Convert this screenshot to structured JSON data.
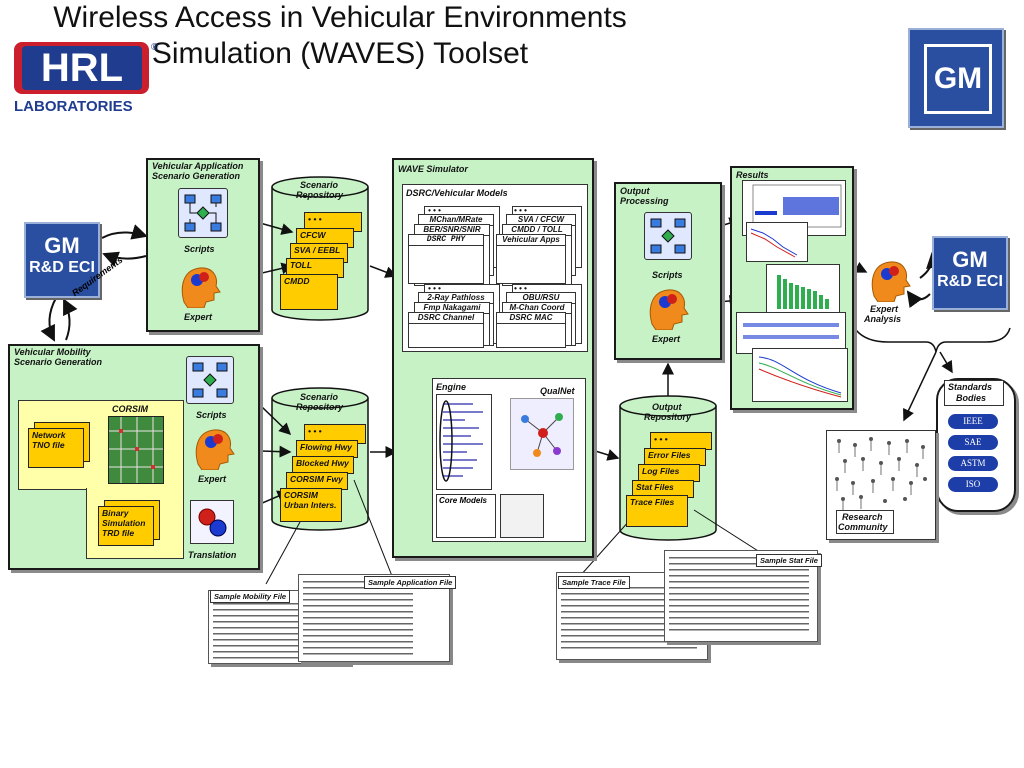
{
  "title_line1": "Wireless Access in Vehicular Environments",
  "title_line2": "Simulation (WAVES) Toolset",
  "logo_hrl": {
    "name": "HRL",
    "reg": "®",
    "sub": "LABORATORIES"
  },
  "logo_gm": "GM",
  "gm_rd": {
    "line1": "GM",
    "line2": "R&D ECI"
  },
  "gm_rd_right": {
    "line1": "GM",
    "line2": "R&D ECI"
  },
  "requirements_label": "Requirements",
  "vas": {
    "title_l1": "Vehicular Application",
    "title_l2": "Scenario Generation",
    "scripts": "Scripts",
    "expert": "Expert"
  },
  "vms": {
    "title_l1": "Vehicular Mobility",
    "title_l2": "Scenario Generation",
    "scripts": "Scripts",
    "expert": "Expert",
    "corsim": "CORSIM",
    "network": "Network TNO file",
    "binary": "Binary Simulation TRD file",
    "translation": "Translation"
  },
  "repo1": {
    "title_l1": "Scenario",
    "title_l2": "Repository",
    "items": [
      "• • •",
      "CFCW",
      "SVA / EEBL",
      "TOLL",
      "CMDD"
    ]
  },
  "repo2": {
    "title_l1": "Scenario",
    "title_l2": "Repository",
    "items": [
      "• • •",
      "Flowing Hwy",
      "Blocked Hwy",
      "CORSIM Fwy",
      "CORSIM Urban Inters."
    ]
  },
  "wave": {
    "title": "WAVE Simulator",
    "models_title": "DSRC/Vehicular Models",
    "group1": [
      "• • •",
      "MChan/MRate",
      "BER/SNR/SNIR",
      "DSRC PHY"
    ],
    "group2": [
      "• • •",
      "SVA / CFCW",
      "CMDD / TOLL",
      "Vehicular Apps"
    ],
    "group3": [
      "• • •",
      "2-Ray Pathloss",
      "Fmp Nakagami",
      "DSRC Channel"
    ],
    "group4": [
      "• • •",
      "OBU/RSU",
      "M-Chan Coord",
      "DSRC MAC"
    ],
    "engine": "Engine",
    "qualnet": "QualNet",
    "core": "Core Models"
  },
  "outproc": {
    "title_l1": "Output",
    "title_l2": "Processing",
    "scripts": "Scripts",
    "expert": "Expert"
  },
  "outrepo": {
    "title_l1": "Output",
    "title_l2": "Repository",
    "items": [
      "• • •",
      "Error Files",
      "Log Files",
      "Stat Files",
      "Trace Files"
    ]
  },
  "results": "Results",
  "expert_analysis": {
    "l1": "Expert",
    "l2": "Analysis"
  },
  "standards": {
    "title_l1": "Standards",
    "title_l2": "Bodies",
    "items": [
      "IEEE",
      "SAE",
      "ASTM",
      "ISO"
    ]
  },
  "research": {
    "l1": "Research",
    "l2": "Community"
  },
  "docs": {
    "mobility": "Sample Mobility File",
    "application": "Sample Application File",
    "trace": "Sample Trace File",
    "stat": "Sample Stat File"
  },
  "colors": {
    "panel": "#c6f2c6",
    "yellow": "#ffcc00",
    "gm_blue": "#2a4fa0",
    "hrl_red": "#cc1f2d",
    "hrl_blue": "#1f3c8e"
  }
}
